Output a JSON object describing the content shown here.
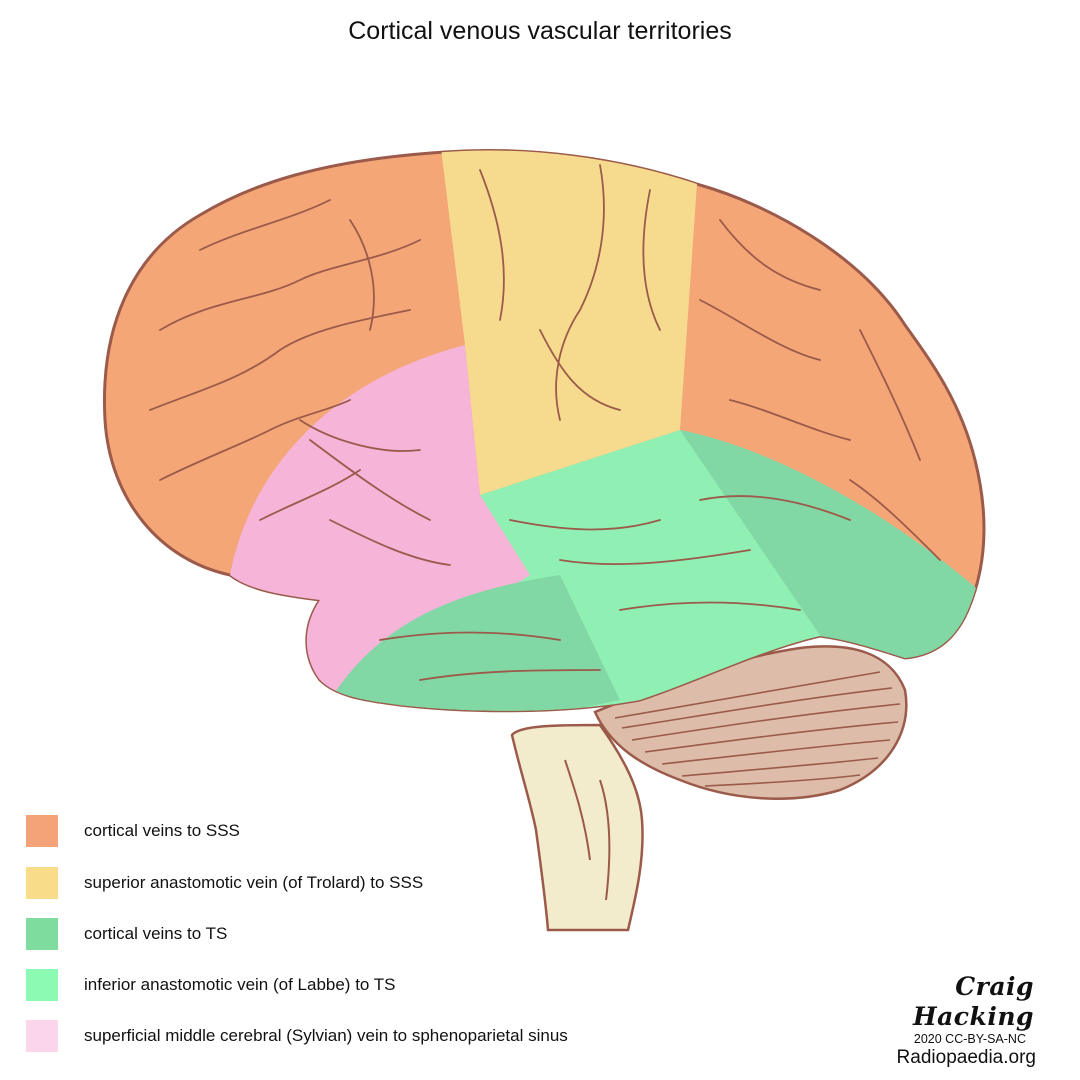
{
  "title": "Cortical venous vascular territories",
  "colors": {
    "sss_cortical": "#f4a677",
    "trolard": "#f6db8e",
    "ts_cortical": "#82d8a4",
    "labbe": "#90f0b4",
    "sylvian": "#f5b4d8",
    "outline": "#9b5a4a",
    "cerebellum": "#ddbcaa",
    "brainstem": "#f2ebcc"
  },
  "legend": [
    {
      "label": "cortical veins to SSS",
      "color": "#f4a277"
    },
    {
      "label": "superior anastomotic vein (of Trolard) to SSS",
      "color": "#f9dc8a"
    },
    {
      "label": "cortical veins to TS",
      "color": "#7ddc9e"
    },
    {
      "label": "inferior anastomotic vein (of Labbe) to TS",
      "color": "#8bfbb3"
    },
    {
      "label": "superficial middle cerebral (Sylvian) vein to sphenoparietal sinus",
      "color": "#fbd6ea"
    }
  ],
  "credit": {
    "author": "Craig Hacking",
    "license": "2020 CC-BY-SA-NC",
    "site": "Radiopaedia.org"
  }
}
